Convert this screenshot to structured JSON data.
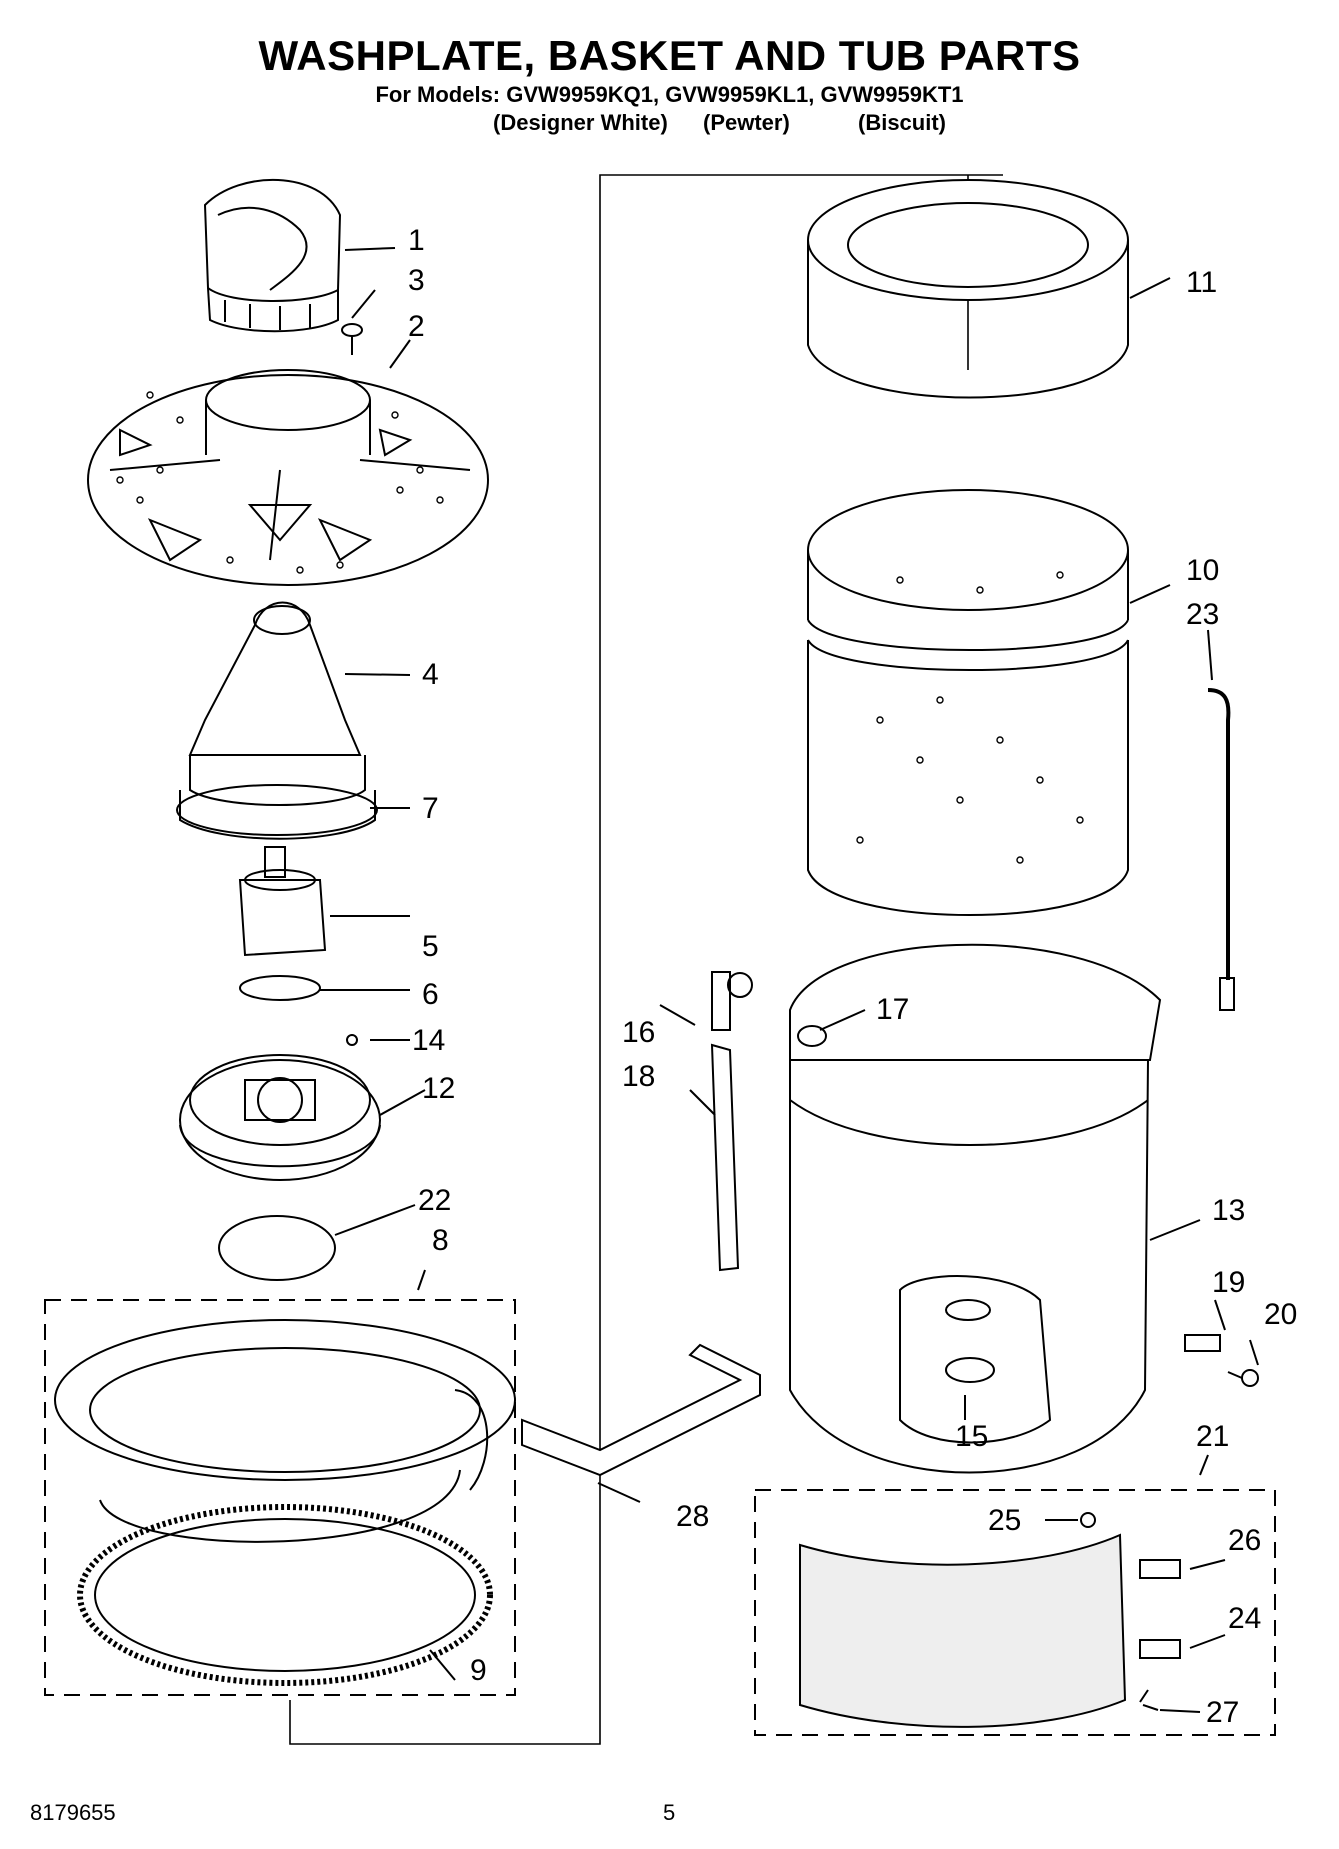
{
  "header": {
    "title": "WASHPLATE, BASKET AND TUB PARTS",
    "models_line": "For Models: GVW9959KQ1, GVW9959KL1, GVW9959KT1",
    "variants": [
      "(Designer White)",
      "(Pewter)",
      "(Biscuit)"
    ]
  },
  "callouts": [
    "1",
    "3",
    "2",
    "4",
    "7",
    "5",
    "6",
    "14",
    "12",
    "22",
    "8",
    "9",
    "11",
    "10",
    "23",
    "16",
    "17",
    "18",
    "13",
    "19",
    "20",
    "15",
    "21",
    "28",
    "25",
    "26",
    "24",
    "27"
  ],
  "footer": {
    "doc_number": "8179655",
    "page_number": "5"
  },
  "colors": {
    "line": "#000000",
    "background": "#ffffff"
  }
}
